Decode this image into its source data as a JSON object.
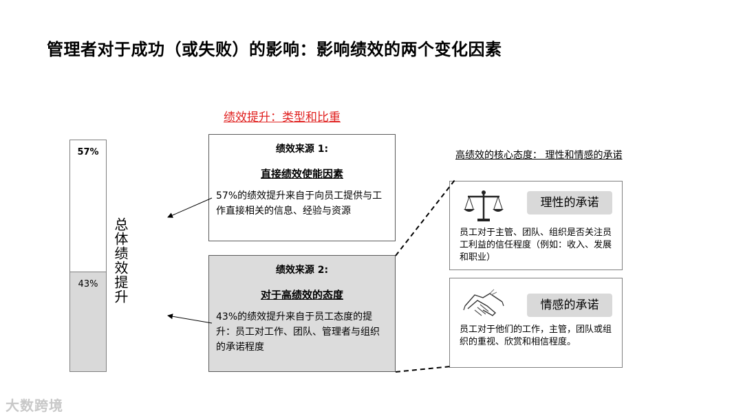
{
  "title": "管理者对于成功（或失败）的影响：影响绩效的两个变化因素",
  "subtitle": "绩效提升：类型和比重",
  "bar": {
    "top_label": "57%",
    "bottom_label": "43%",
    "top_share": 0.57,
    "bottom_share": 0.43,
    "bottom_color": "#d9d9d9",
    "axis_label": "总体绩效提升"
  },
  "source1": {
    "heading": "绩效来源 1:",
    "subheading": "直接绩效使能因素",
    "body": "57%的绩效提升来自于向员工提供与工作直接相关的信息、经验与资源"
  },
  "source2": {
    "heading": "绩效来源 2:",
    "subheading": "对于高绩效的态度",
    "body": "43%的绩效提升来自于员工态度的提升：员工对工作、团队、管理者与组织的承诺程度",
    "fill_color": "#dcdcdc"
  },
  "core_attitude_title": "高绩效的核心态度：  理性和情感的承诺",
  "rational": {
    "icon": "scales-icon",
    "title": "理性的承诺",
    "body": "员工对于主管、团队、组织是否关注员工利益的信任程度（例如：收入、发展和职业）"
  },
  "emotional": {
    "icon": "handshake-icon",
    "title": "情感的承诺",
    "body": "员工对于他们的工作，主管，团队或组织的重视、欣赏和相信程度。"
  },
  "accent_color": "#e0201f",
  "watermark": "大数跨境"
}
